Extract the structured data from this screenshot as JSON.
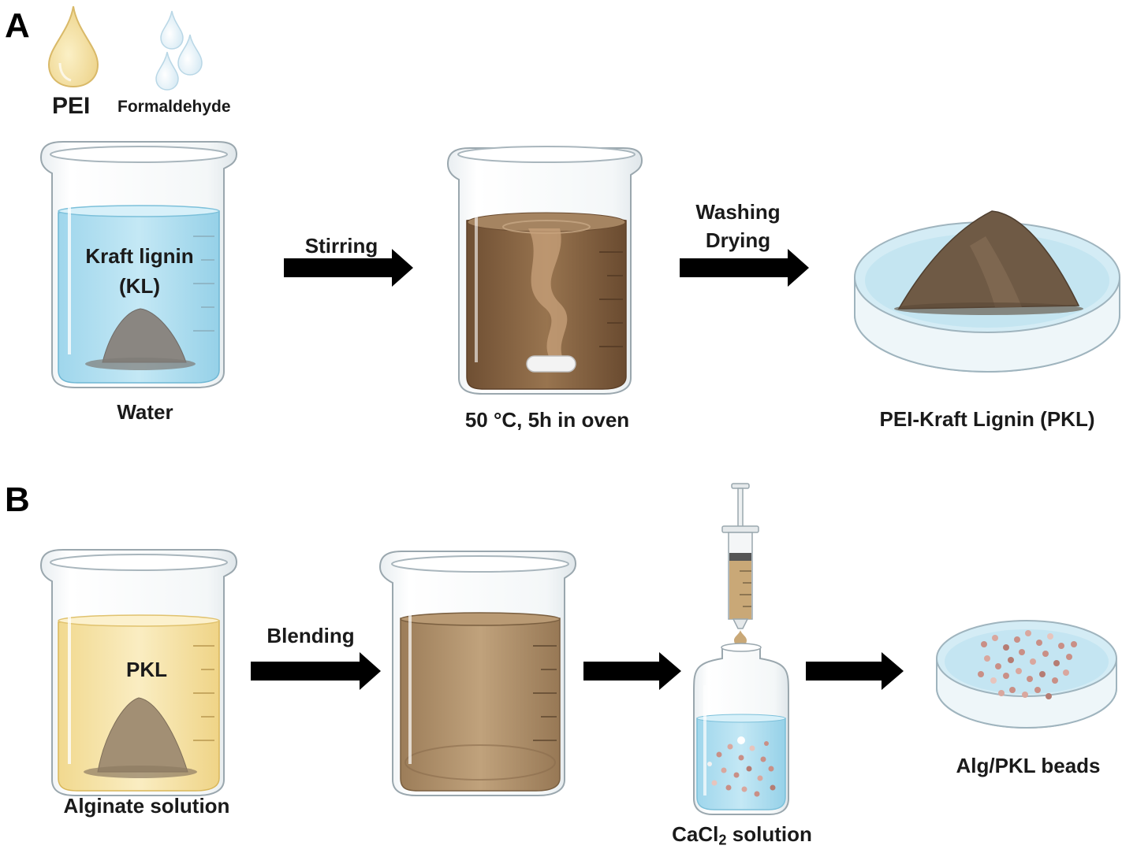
{
  "panel_a": {
    "letter": "A",
    "reagent_pei": "PEI",
    "reagent_formaldehyde": "Formaldehyde",
    "beaker1_content_line1": "Kraft lignin",
    "beaker1_content_line2": "(KL)",
    "beaker1_caption": "Water",
    "step1_label": "Stirring",
    "beaker2_caption": "50 °C, 5h in oven",
    "step2_label_line1": "Washing",
    "step2_label_line2": "Drying",
    "dish_caption": "PEI-Kraft Lignin (PKL)"
  },
  "panel_b": {
    "letter": "B",
    "beaker3_content": "PKL",
    "beaker3_caption": "Alginate solution",
    "step1_label": "Blending",
    "bottle_caption_main": "CaCl",
    "bottle_caption_sub": "2",
    "bottle_caption_rest": " solution",
    "dish_caption": "Alg/PKL beads"
  },
  "colors": {
    "water": "#a9dcef",
    "lignin_powder": "#8a8681",
    "brown_solution": "#8a6a4a",
    "alginate": "#f6e3a6",
    "blend": "#b39571",
    "pkl_powder": "#6f5a45",
    "bead": "#c98f86",
    "arrow": "#000000"
  }
}
